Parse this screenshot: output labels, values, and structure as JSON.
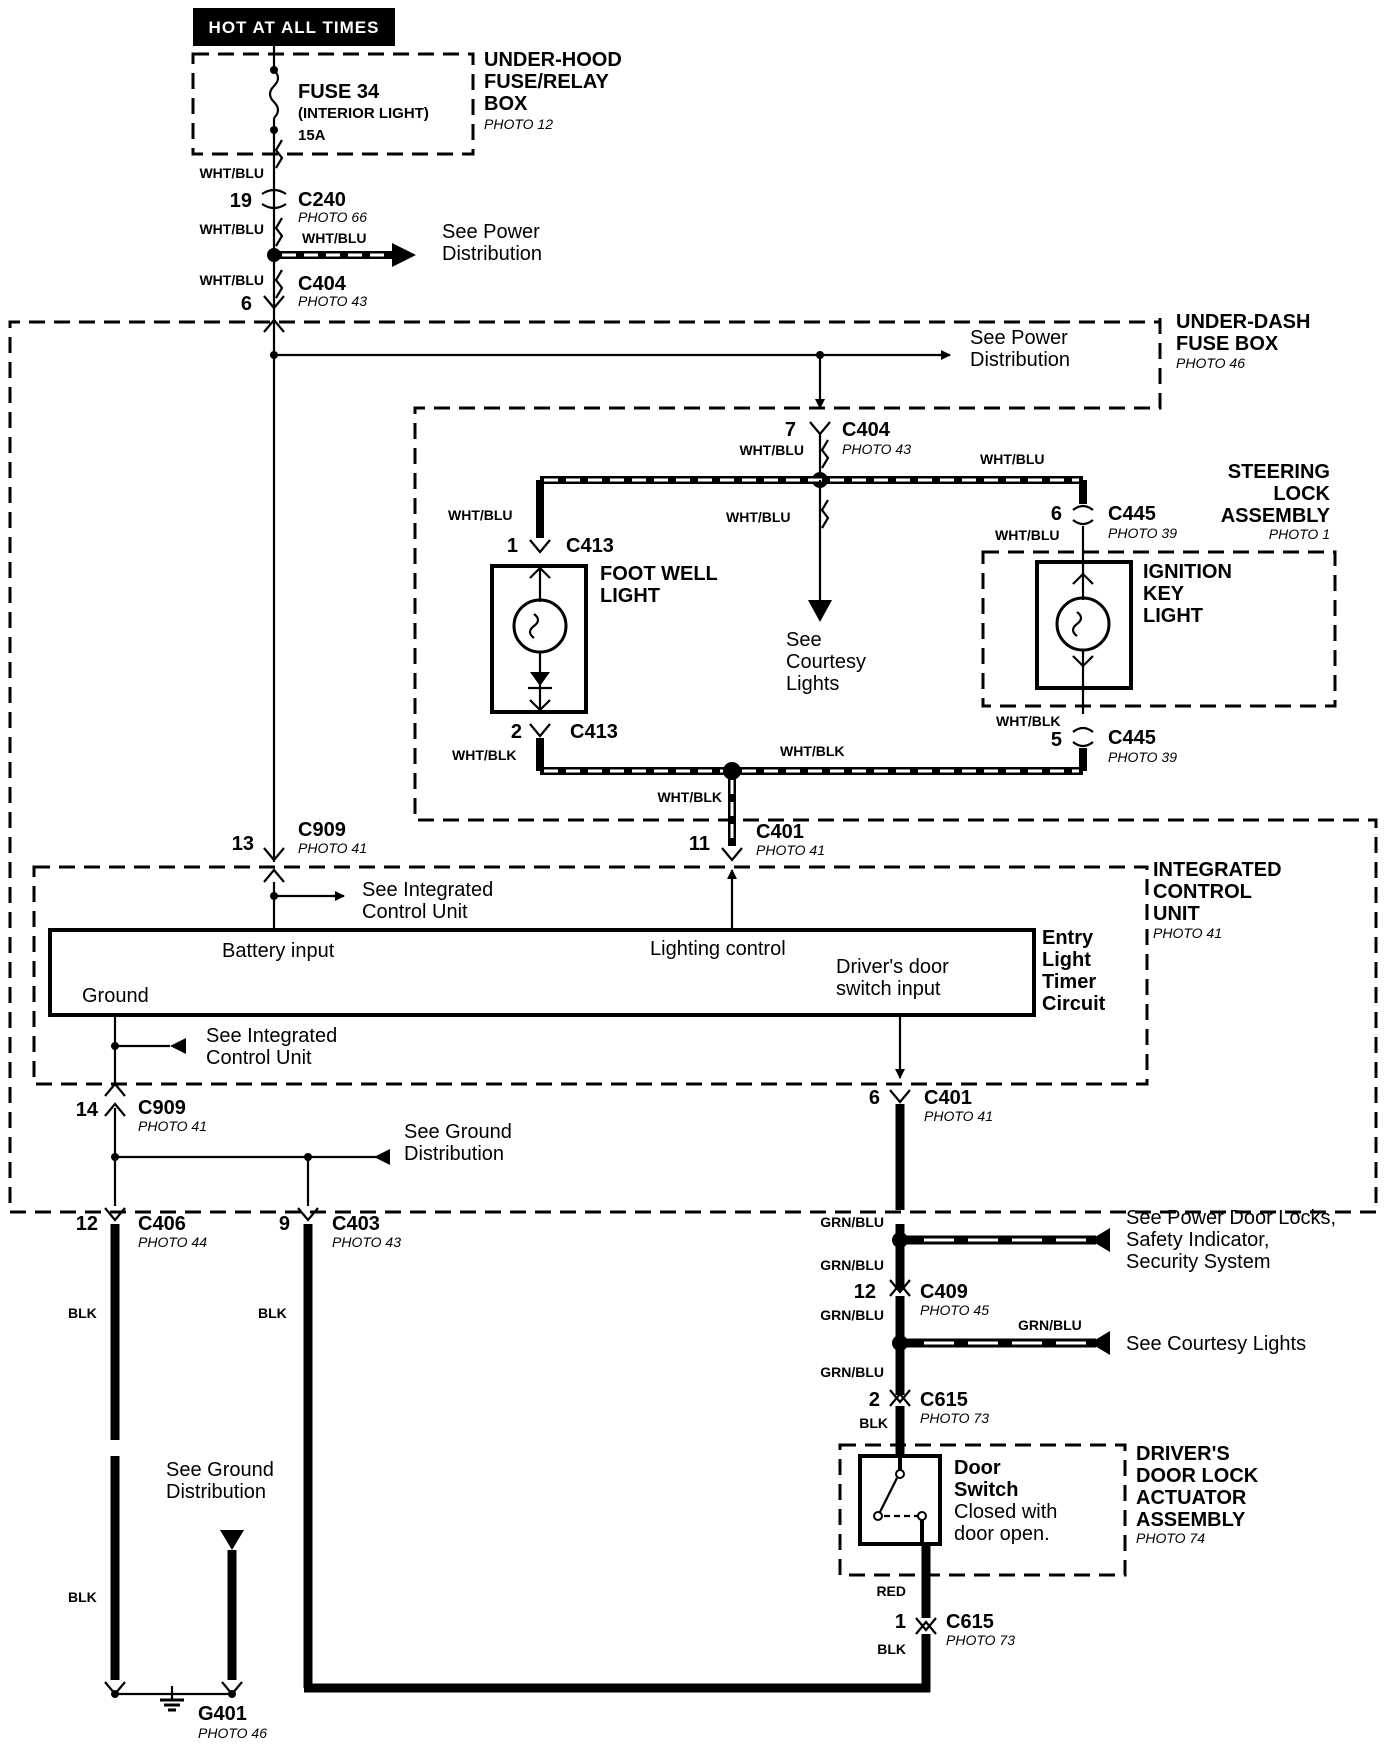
{
  "header": {
    "label": "HOT AT ALL TIMES"
  },
  "underhood": {
    "title": [
      "UNDER-HOOD",
      "FUSE/RELAY",
      "BOX"
    ],
    "photo": "PHOTO 12"
  },
  "fuse": {
    "name": "FUSE 34",
    "desc": "(INTERIOR LIGHT)",
    "rating": "15A"
  },
  "underdash": {
    "title": [
      "UNDER-DASH",
      "FUSE BOX"
    ],
    "photo": "PHOTO 46"
  },
  "steering": {
    "title": [
      "STEERING",
      "LOCK",
      "ASSEMBLY"
    ],
    "photo": "PHOTO 1"
  },
  "icu": {
    "title": [
      "INTEGRATED",
      "CONTROL",
      "UNIT"
    ],
    "photo": "PHOTO 41"
  },
  "timer": {
    "title": [
      "Entry",
      "Light",
      "Timer",
      "Circuit"
    ],
    "battery": "Battery input",
    "lighting": "Lighting control",
    "ground": "Ground",
    "driver_door": [
      "Driver's door",
      "switch input"
    ]
  },
  "actuator": {
    "title": [
      "DRIVER'S",
      "DOOR LOCK",
      "ACTUATOR",
      "ASSEMBLY"
    ],
    "photo": "PHOTO 74"
  },
  "door_switch": {
    "title": [
      "Door",
      "Switch"
    ],
    "desc": [
      "Closed with",
      "door open."
    ]
  },
  "footwell": {
    "title": [
      "FOOT WELL",
      "LIGHT"
    ]
  },
  "ignition": {
    "title": [
      "IGNITION",
      "KEY",
      "LIGHT"
    ]
  },
  "ground_point": {
    "name": "G401",
    "photo": "PHOTO 46"
  },
  "connectors": [
    {
      "name": "C240",
      "photo": "PHOTO 66",
      "pin": "19"
    },
    {
      "name": "C404",
      "photo": "PHOTO 43",
      "pin": "6"
    },
    {
      "name": "C404",
      "photo": "PHOTO 43",
      "pin": "7"
    },
    {
      "name": "C413",
      "photo": "",
      "pin": "1"
    },
    {
      "name": "C413",
      "photo": "",
      "pin": "2"
    },
    {
      "name": "C445",
      "photo": "PHOTO 39",
      "pin": "6"
    },
    {
      "name": "C445",
      "photo": "PHOTO 39",
      "pin": "5"
    },
    {
      "name": "C909",
      "photo": "PHOTO 41",
      "pin": "13"
    },
    {
      "name": "C401",
      "photo": "PHOTO 41",
      "pin": "11"
    },
    {
      "name": "C401",
      "photo": "PHOTO 41",
      "pin": "6"
    },
    {
      "name": "C909",
      "photo": "PHOTO 41",
      "pin": "14"
    },
    {
      "name": "C406",
      "photo": "PHOTO 44",
      "pin": "12"
    },
    {
      "name": "C403",
      "photo": "PHOTO 43",
      "pin": "9"
    },
    {
      "name": "C409",
      "photo": "PHOTO 45",
      "pin": "12"
    },
    {
      "name": "C615",
      "photo": "PHOTO 73",
      "pin": "2"
    },
    {
      "name": "C615",
      "photo": "PHOTO 73",
      "pin": "1"
    }
  ],
  "wires": {
    "wht_blu": "WHT/BLU",
    "wht_blk": "WHT/BLK",
    "grn_blu": "GRN/BLU",
    "blk": "BLK",
    "red": "RED"
  },
  "refs": {
    "power_dist_1": [
      "See Power",
      "Distribution"
    ],
    "power_dist_2": [
      "See Power",
      "Distribution"
    ],
    "courtesy": [
      "See",
      "Courtesy",
      "Lights"
    ],
    "icu_1": [
      "See Integrated",
      "Control Unit"
    ],
    "icu_2": [
      "See Integrated",
      "Control Unit"
    ],
    "ground_1": [
      "See  Ground",
      "Distribution"
    ],
    "ground_2": [
      "See  Ground",
      "Distribution"
    ],
    "door_locks": [
      "See Power Door Locks,",
      "Safety Indicator,",
      "Security System"
    ],
    "courtesy_2": "See Courtesy Lights"
  }
}
